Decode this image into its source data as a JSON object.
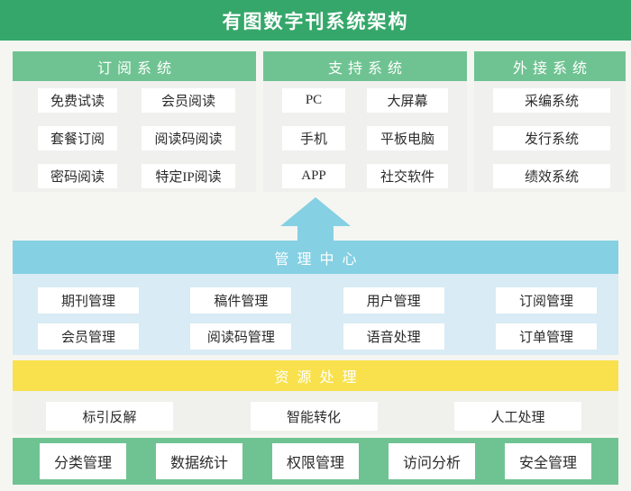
{
  "title": "有图数字刊系统架构",
  "colors": {
    "title_bar_green": "#35a76a",
    "section_green": "#6fc392",
    "teal": "#85d0e3",
    "light_blue": "#d9ebf4",
    "yellow": "#f8e14d",
    "panel_gray": "#f0f0ee",
    "page_background": "#f5f6f1"
  },
  "sections": [
    {
      "name": "订阅系统",
      "items": [
        "免费试读",
        "会员阅读",
        "套餐订阅",
        "阅读码阅读",
        "密码阅读",
        "特定IP阅读"
      ]
    },
    {
      "name": "支持系统",
      "items": [
        "PC",
        "大屏幕",
        "手机",
        "平板电脑",
        "APP",
        "社交软件"
      ]
    },
    {
      "name": "外接系统",
      "items": [
        "采编系统",
        "发行系统",
        "绩效系统"
      ]
    }
  ],
  "management": {
    "title": "管理中心",
    "rows": [
      [
        "期刊管理",
        "稿件管理",
        "用户管理",
        "订阅管理"
      ],
      [
        "会员管理",
        "阅读码管理",
        "语音处理",
        "订单管理"
      ]
    ]
  },
  "resource": {
    "title": "资源处理",
    "items": [
      "标引反解",
      "智能转化",
      "人工处理"
    ]
  },
  "bottom": {
    "items": [
      "分类管理",
      "数据统计",
      "权限管理",
      "访问分析",
      "安全管理"
    ]
  }
}
